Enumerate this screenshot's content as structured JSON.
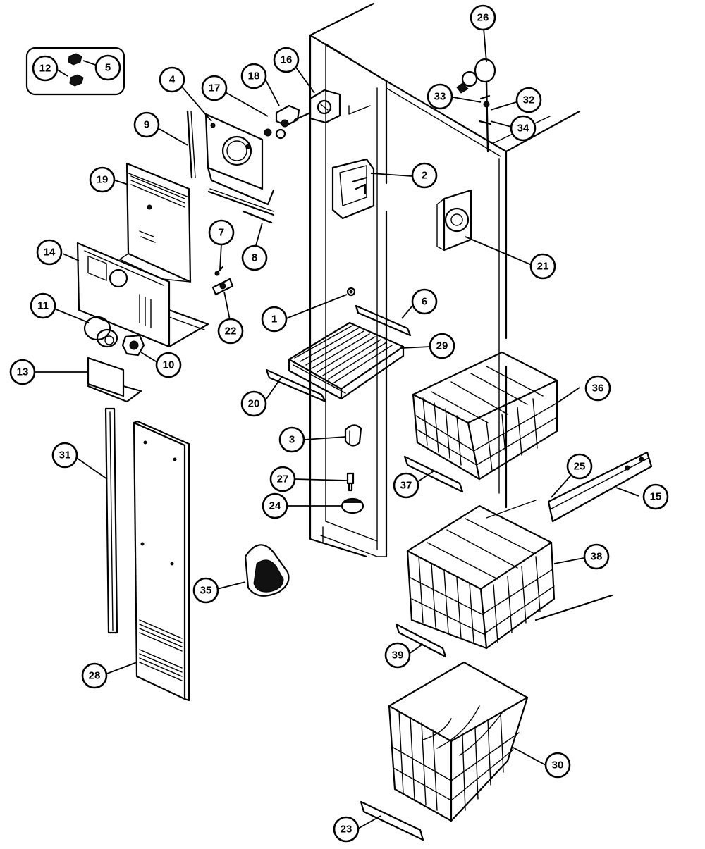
{
  "callouts": {
    "c12": "12",
    "c5": "5",
    "c4": "4",
    "c17": "17",
    "c18": "18",
    "c16": "16",
    "c26": "26",
    "c33": "33",
    "c32": "32",
    "c34": "34",
    "c9": "9",
    "c19": "19",
    "c2": "2",
    "c7": "7",
    "c8": "8",
    "c14": "14",
    "c21": "21",
    "c1": "1",
    "c6": "6",
    "c11": "11",
    "c22": "22",
    "c29a": "29",
    "c10": "10",
    "c13": "13",
    "c36": "36",
    "c20": "20",
    "c3": "3",
    "c31": "31",
    "c37": "37",
    "c25": "25",
    "c27": "27",
    "c15": "15",
    "c24": "24",
    "c38": "38",
    "c35": "35",
    "c39": "39",
    "c28": "28",
    "c30": "30",
    "c23": "23"
  },
  "icons": {
    "inset": "fastener-inset-icon",
    "cabinet": "freezer-cabinet-icon",
    "evaporator": "evaporator-coil-icon",
    "basket": "wire-basket-icon"
  }
}
